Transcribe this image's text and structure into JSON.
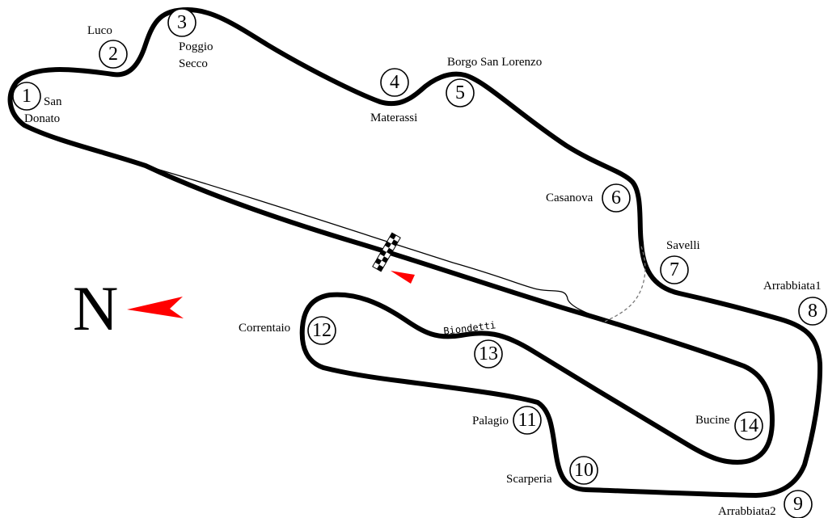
{
  "map": {
    "north_label": "N",
    "straight_label": "Biondetti",
    "colors": {
      "track": "#000000",
      "arrow": "#ff0000",
      "background": "#ffffff"
    },
    "corners": [
      {
        "number": "1",
        "name_lines": [
          "San",
          "Donato"
        ]
      },
      {
        "number": "2",
        "name_lines": [
          "Luco"
        ]
      },
      {
        "number": "3",
        "name_lines": [
          "Poggio",
          "Secco"
        ]
      },
      {
        "number": "4",
        "name_lines": [
          "Materassi"
        ]
      },
      {
        "number": "5",
        "name_lines": [
          "Borgo San Lorenzo"
        ]
      },
      {
        "number": "6",
        "name_lines": [
          "Casanova"
        ]
      },
      {
        "number": "7",
        "name_lines": [
          "Savelli"
        ]
      },
      {
        "number": "8",
        "name_lines": [
          "Arrabbiata1"
        ]
      },
      {
        "number": "9",
        "name_lines": [
          "Arrabbiata2"
        ]
      },
      {
        "number": "10",
        "name_lines": [
          "Scarperia"
        ]
      },
      {
        "number": "11",
        "name_lines": [
          "Palagio"
        ]
      },
      {
        "number": "12",
        "name_lines": [
          "Correntaio"
        ]
      },
      {
        "number": "13",
        "name_lines": []
      },
      {
        "number": "14",
        "name_lines": [
          "Bucine"
        ]
      }
    ]
  }
}
